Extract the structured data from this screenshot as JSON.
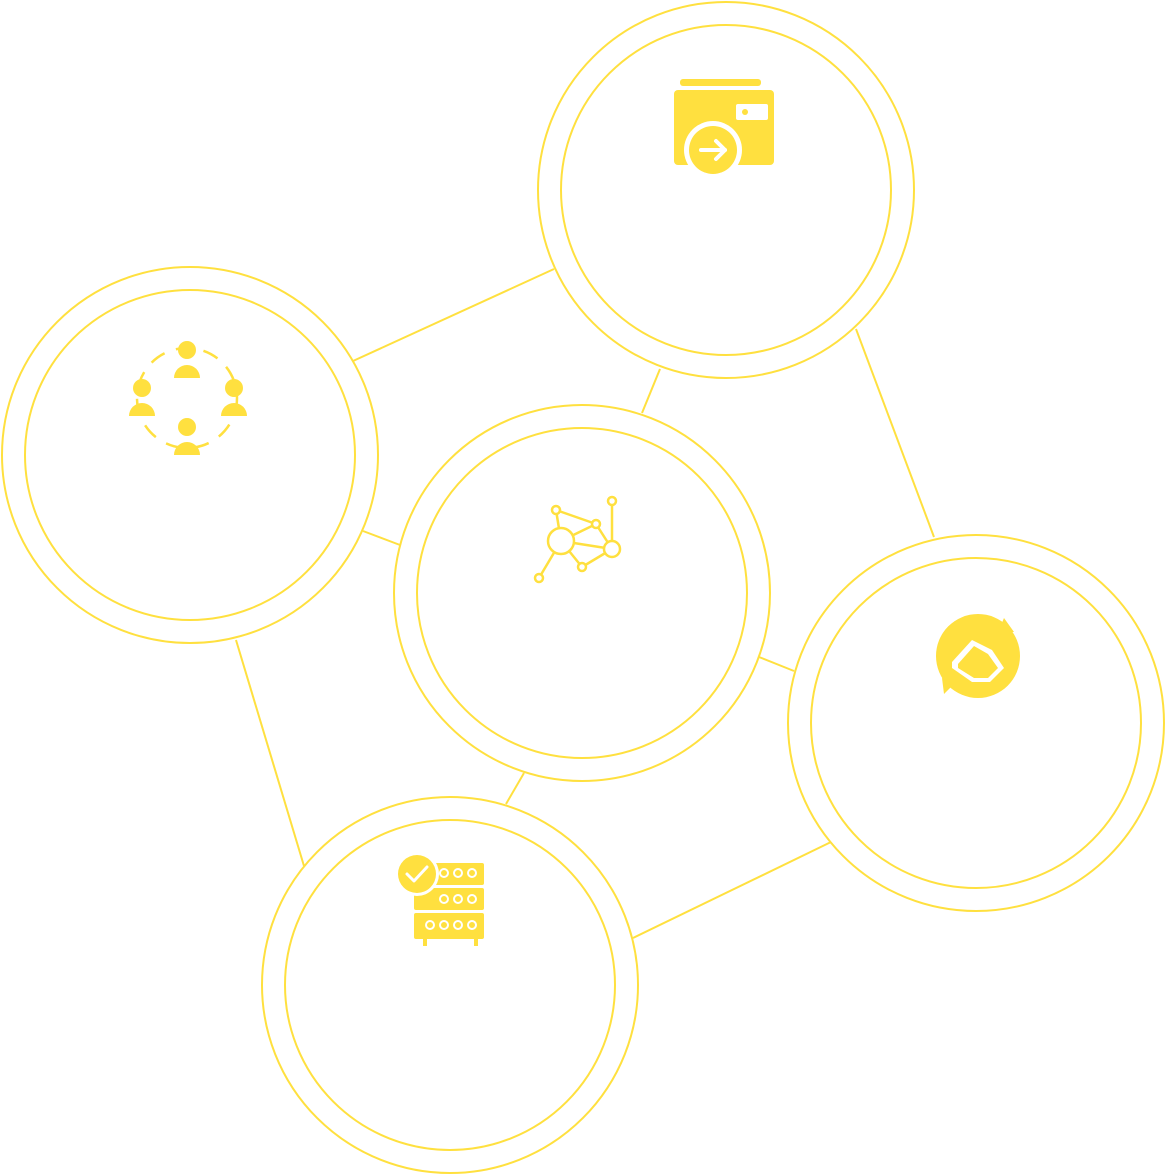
{
  "diagram": {
    "accent_color": "#FFE03F",
    "background_color": "#FFFFFF",
    "nodes": [
      {
        "id": "top",
        "icon": "wallet-transfer-icon"
      },
      {
        "id": "left",
        "icon": "community-network-icon"
      },
      {
        "id": "center",
        "icon": "network-nodes-icon"
      },
      {
        "id": "right",
        "icon": "handshake-exchange-icon"
      },
      {
        "id": "bottom",
        "icon": "server-verified-icon"
      }
    ],
    "connections": [
      {
        "from": "left",
        "to": "top"
      },
      {
        "from": "top",
        "to": "center"
      },
      {
        "from": "top",
        "to": "right"
      },
      {
        "from": "left",
        "to": "center"
      },
      {
        "from": "center",
        "to": "right"
      },
      {
        "from": "left",
        "to": "bottom"
      },
      {
        "from": "center",
        "to": "bottom"
      },
      {
        "from": "bottom",
        "to": "right"
      }
    ]
  }
}
